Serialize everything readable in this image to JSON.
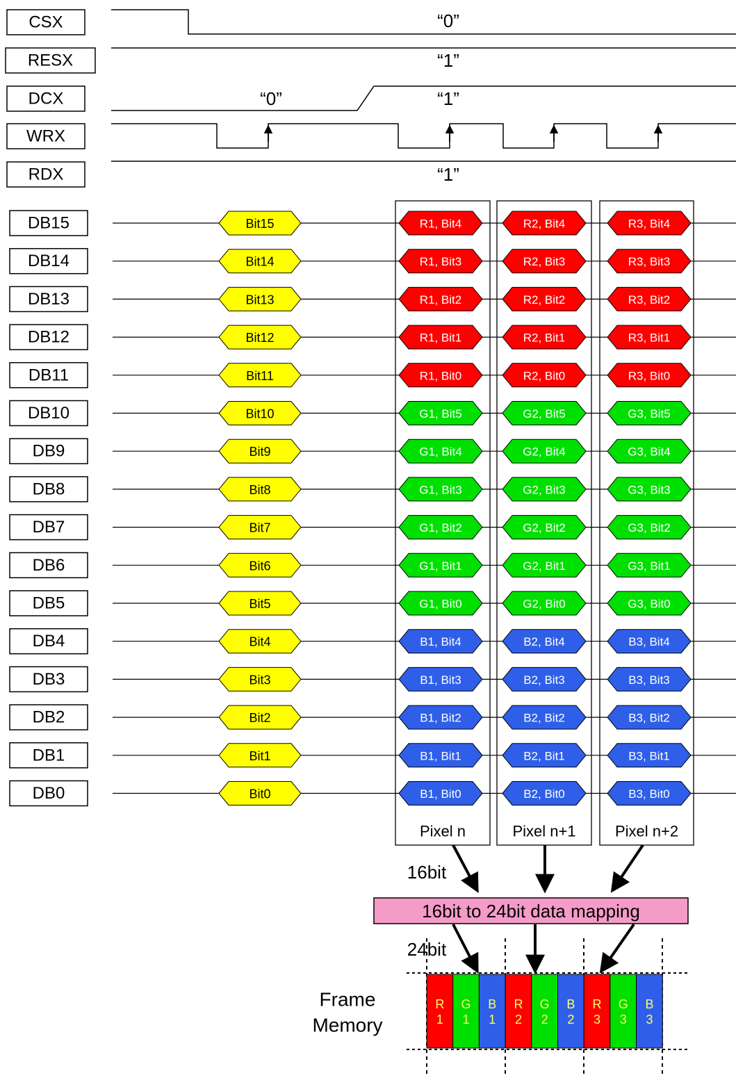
{
  "control_signals": [
    {
      "name": "CSX",
      "state": "“0”"
    },
    {
      "name": "RESX",
      "state": "“1”"
    },
    {
      "name": "DCX",
      "state_before": "“0”",
      "state_after": "“1”"
    },
    {
      "name": "WRX"
    },
    {
      "name": "RDX",
      "state": "“1”"
    }
  ],
  "data_lines": [
    {
      "name": "DB15",
      "command": "Bit15",
      "pixels": [
        "R1, Bit4",
        "R2, Bit4",
        "R3, Bit4"
      ],
      "color": "red"
    },
    {
      "name": "DB14",
      "command": "Bit14",
      "pixels": [
        "R1, Bit3",
        "R2, Bit3",
        "R3, Bit3"
      ],
      "color": "red"
    },
    {
      "name": "DB13",
      "command": "Bit13",
      "pixels": [
        "R1, Bit2",
        "R2, Bit2",
        "R3, Bit2"
      ],
      "color": "red"
    },
    {
      "name": "DB12",
      "command": "Bit12",
      "pixels": [
        "R1, Bit1",
        "R2, Bit1",
        "R3, Bit1"
      ],
      "color": "red"
    },
    {
      "name": "DB11",
      "command": "Bit11",
      "pixels": [
        "R1, Bit0",
        "R2, Bit0",
        "R3, Bit0"
      ],
      "color": "red"
    },
    {
      "name": "DB10",
      "command": "Bit10",
      "pixels": [
        "G1, Bit5",
        "G2, Bit5",
        "G3, Bit5"
      ],
      "color": "green"
    },
    {
      "name": "DB9",
      "command": "Bit9",
      "pixels": [
        "G1, Bit4",
        "G2, Bit4",
        "G3, Bit4"
      ],
      "color": "green"
    },
    {
      "name": "DB8",
      "command": "Bit8",
      "pixels": [
        "G1, Bit3",
        "G2, Bit3",
        "G3, Bit3"
      ],
      "color": "green"
    },
    {
      "name": "DB7",
      "command": "Bit7",
      "pixels": [
        "G1, Bit2",
        "G2, Bit2",
        "G3, Bit2"
      ],
      "color": "green"
    },
    {
      "name": "DB6",
      "command": "Bit6",
      "pixels": [
        "G1, Bit1",
        "G2, Bit1",
        "G3, Bit1"
      ],
      "color": "green"
    },
    {
      "name": "DB5",
      "command": "Bit5",
      "pixels": [
        "G1, Bit0",
        "G2, Bit0",
        "G3, Bit0"
      ],
      "color": "green"
    },
    {
      "name": "DB4",
      "command": "Bit4",
      "pixels": [
        "B1, Bit4",
        "B2, Bit4",
        "B3, Bit4"
      ],
      "color": "blue"
    },
    {
      "name": "DB3",
      "command": "Bit3",
      "pixels": [
        "B1, Bit3",
        "B2, Bit3",
        "B3, Bit3"
      ],
      "color": "blue"
    },
    {
      "name": "DB2",
      "command": "Bit2",
      "pixels": [
        "B1, Bit2",
        "B2, Bit2",
        "B3, Bit2"
      ],
      "color": "blue"
    },
    {
      "name": "DB1",
      "command": "Bit1",
      "pixels": [
        "B1, Bit1",
        "B2, Bit1",
        "B3, Bit1"
      ],
      "color": "blue"
    },
    {
      "name": "DB0",
      "command": "Bit0",
      "pixels": [
        "B1, Bit0",
        "B2, Bit0",
        "B3, Bit0"
      ],
      "color": "blue"
    }
  ],
  "pixel_labels": [
    "Pixel n",
    "Pixel n+1",
    "Pixel n+2"
  ],
  "label_16bit": "16bit",
  "mapping_label": "16bit to 24bit data mapping",
  "label_24bit": "24bit",
  "frame_memory_label": [
    "Frame",
    "Memory"
  ],
  "frame_memory_cells": [
    {
      "letter": "R",
      "index": "1",
      "color": "red"
    },
    {
      "letter": "G",
      "index": "1",
      "color": "green"
    },
    {
      "letter": "B",
      "index": "1",
      "color": "blue"
    },
    {
      "letter": "R",
      "index": "2",
      "color": "red"
    },
    {
      "letter": "G",
      "index": "2",
      "color": "green"
    },
    {
      "letter": "B",
      "index": "2",
      "color": "blue"
    },
    {
      "letter": "R",
      "index": "3",
      "color": "red"
    },
    {
      "letter": "G",
      "index": "3",
      "color": "green"
    },
    {
      "letter": "B",
      "index": "3",
      "color": "blue"
    }
  ],
  "colors": {
    "red": "#ff0000",
    "green": "#00e000",
    "blue": "#2f5fe8",
    "yellow": "#ffff00",
    "mapping_bg": "#f59bc8",
    "line": "#000000"
  }
}
